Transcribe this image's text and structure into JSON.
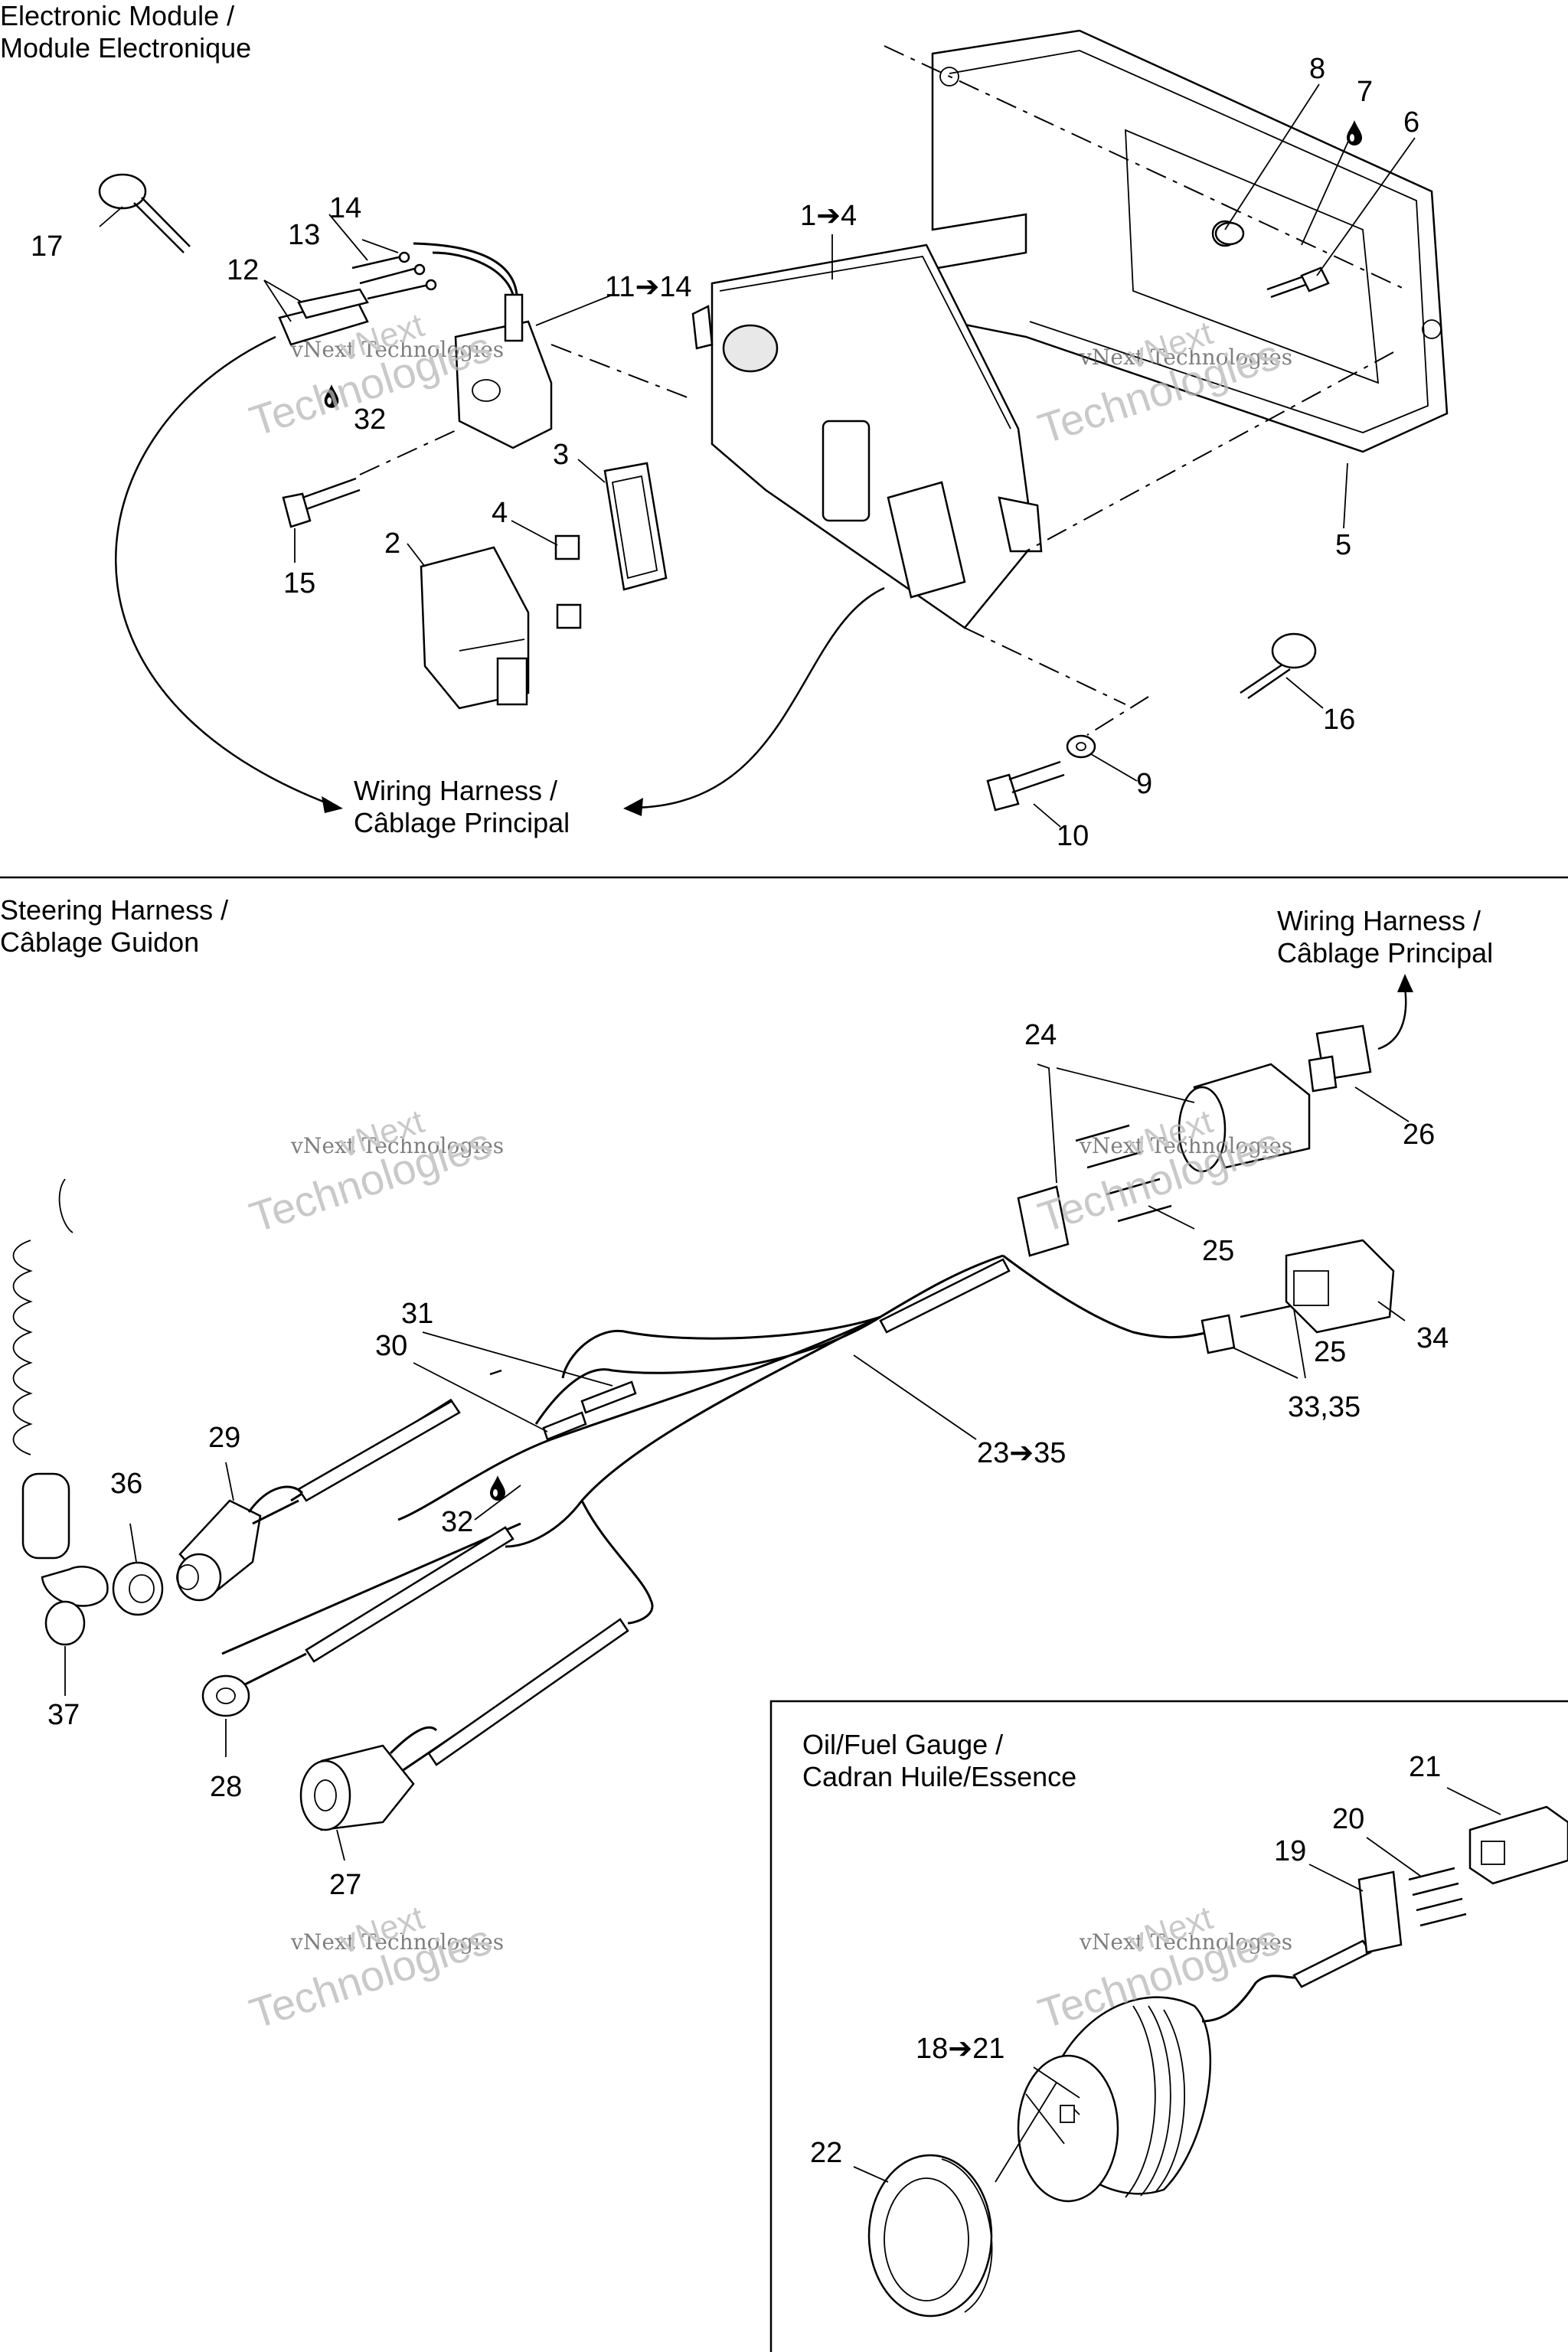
{
  "sections": {
    "electronic_module": {
      "title_line1": "Electronic Module /",
      "title_line2": "Module Electronique"
    },
    "steering_harness": {
      "title_line1": "Steering Harness /",
      "title_line2": "Câblage Guidon"
    },
    "oil_fuel_gauge": {
      "title_line1": "Oil/Fuel Gauge /",
      "title_line2": "Cadran Huile/Essence"
    }
  },
  "harness_labels": {
    "top_line1": "Wiring Harness /",
    "top_line2": "Câblage Principal",
    "mid_line1": "Wiring Harness /",
    "mid_line2": "Câblage Principal"
  },
  "callouts": {
    "c1_4": "1➔4",
    "c2": "2",
    "c3": "3",
    "c4": "4",
    "c5": "5",
    "c6": "6",
    "c7": "7",
    "c8": "8",
    "c9": "9",
    "c10": "10",
    "c11_14": "11➔14",
    "c12": "12",
    "c13": "13",
    "c14": "14",
    "c15": "15",
    "c16": "16",
    "c17": "17",
    "c32a": "32",
    "c24": "24",
    "c25a": "25",
    "c25b": "25",
    "c26": "26",
    "c34": "34",
    "c33_35": "33,35",
    "c23_35": "23➔35",
    "c31": "31",
    "c30": "30",
    "c29": "29",
    "c36": "36",
    "c32b": "32",
    "c37": "37",
    "c28": "28",
    "c27": "27",
    "c21": "21",
    "c20": "20",
    "c19": "19",
    "c18_21": "18➔21",
    "c22": "22"
  },
  "watermark": {
    "line1": "vNext",
    "line2": "vNext Technologies",
    "line3": "Technologies"
  },
  "icons": [
    "oil-drop-icon",
    "fuel-pump-icon"
  ]
}
